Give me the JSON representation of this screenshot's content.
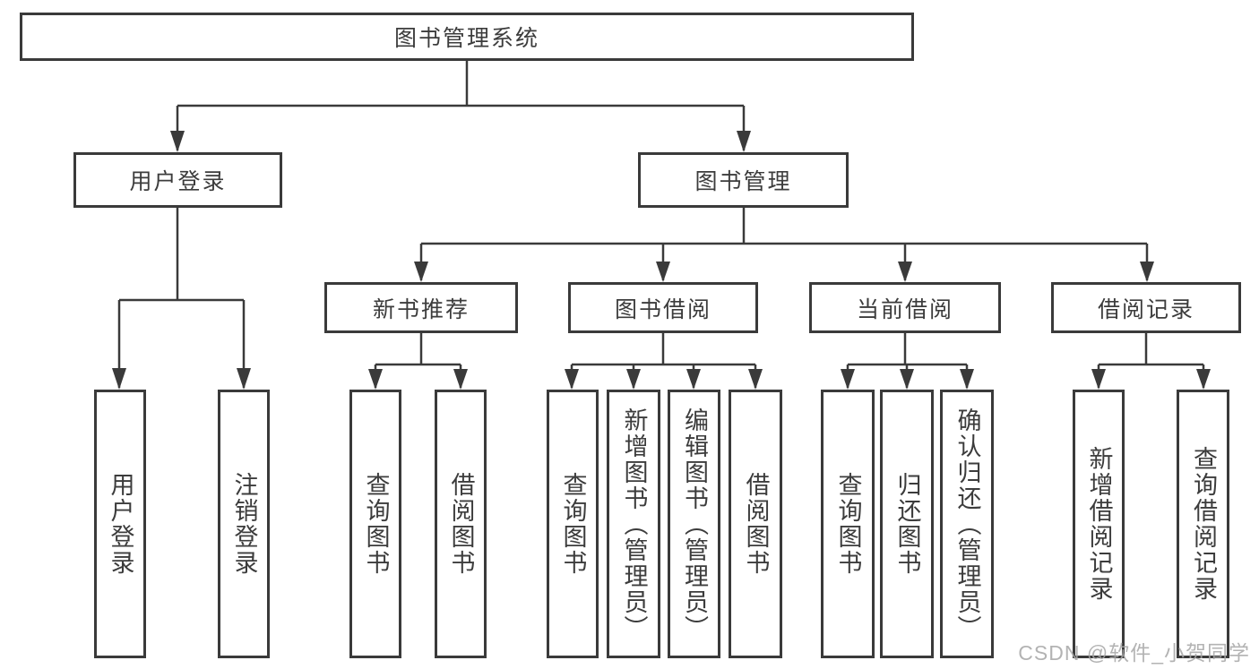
{
  "diagram_title": "图书管理系统",
  "tree": {
    "root": {
      "label": "图书管理系统"
    },
    "children": [
      {
        "label": "用户登录",
        "children": [
          {
            "label": "用户登录"
          },
          {
            "label": "注销登录"
          }
        ]
      },
      {
        "label": "图书管理",
        "children": [
          {
            "label": "新书推荐",
            "children": [
              {
                "label": "查询图书"
              },
              {
                "label": "借阅图书"
              }
            ]
          },
          {
            "label": "图书借阅",
            "children": [
              {
                "label": "查询图书"
              },
              {
                "label": "新增图书（管理员）"
              },
              {
                "label": "编辑图书（管理员）"
              },
              {
                "label": "借阅图书"
              }
            ]
          },
          {
            "label": "当前借阅",
            "children": [
              {
                "label": "查询图书"
              },
              {
                "label": "归还图书"
              },
              {
                "label": "确认归还（管理员）"
              }
            ]
          },
          {
            "label": "借阅记录",
            "children": [
              {
                "label": "新增借阅记录"
              },
              {
                "label": "查询借阅记录"
              }
            ]
          }
        ]
      }
    ]
  },
  "watermark": {
    "text": "CSDN @软件_小贺同学"
  },
  "colors": {
    "line": "#3a3a3a",
    "text": "#3c3c3c",
    "background": "#ffffff",
    "watermark": "#a6a6a6"
  }
}
